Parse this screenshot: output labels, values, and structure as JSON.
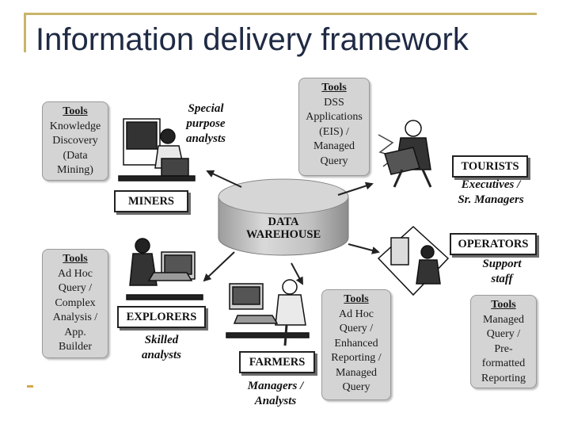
{
  "title": "Information delivery framework",
  "warehouse": {
    "lines": [
      "DATA",
      "WAREHOUSE"
    ]
  },
  "groups": {
    "miners": {
      "label": "MINERS",
      "caption": [
        "Special",
        "purpose",
        "analysts"
      ],
      "tools": [
        "Knowledge",
        "Discovery",
        "(Data",
        "Mining)"
      ]
    },
    "tourists": {
      "label": "TOURISTS",
      "caption": [
        "Executives /",
        "Sr. Managers"
      ],
      "tools": [
        "DSS",
        "Applications",
        "(EIS) /",
        "Managed",
        "Query"
      ]
    },
    "explorers": {
      "label": "EXPLORERS",
      "caption": [
        "Skilled",
        "analysts"
      ],
      "tools": [
        "Ad Hoc",
        "Query /",
        "Complex",
        "Analysis /",
        "App.",
        "Builder"
      ]
    },
    "farmers": {
      "label": "FARMERS",
      "caption": [
        "Managers /",
        "Analysts"
      ],
      "tools": [
        "Ad Hoc",
        "Query /",
        "Enhanced",
        "Reporting /",
        "Managed",
        "Query"
      ]
    },
    "operators": {
      "label": "OPERATORS",
      "caption": [
        "Support",
        "staff"
      ],
      "tools": [
        "Managed",
        "Query /",
        "Pre-",
        "formatted",
        "Reporting"
      ]
    }
  },
  "tools_heading": "Tools",
  "icons": [
    "analyst-workstation-icon",
    "executive-laptop-icon",
    "analyst-terminal-icon",
    "operator-display-icon",
    "database-cylinder-icon"
  ]
}
